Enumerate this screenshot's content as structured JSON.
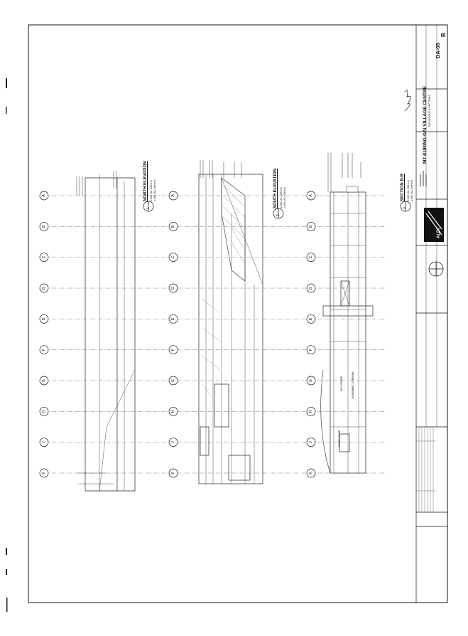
{
  "drawings": [
    {
      "number": "1",
      "title": "NORTH ELEVATION",
      "scale_a1": "1:200 (A1 100mm)",
      "scale_a3": "1:400 (A3 100mm)"
    },
    {
      "number": "2",
      "title": "SOUTH ELEVATION",
      "scale_a1": "1:200 (A1 100mm)",
      "scale_a3": "1:400 (A3 100mm)"
    },
    {
      "number": "3",
      "title": "SECTION B-B",
      "scale_a1": "1:200 (A1 100mm)",
      "scale_a3": "1:400 (A3 100mm)"
    }
  ],
  "grid_labels": [
    "A",
    "B",
    "C",
    "D",
    "E",
    "F",
    "G",
    "H",
    "J",
    "K"
  ],
  "section_room_labels": [
    "WAREHOUSE",
    "ALDI STORE",
    "BASEMENT CARPARK"
  ],
  "title_block": {
    "project": "MT KURING-GAI VILLAGE CENTRE",
    "drawing_title": "ELEVATIONS & SECTIONS",
    "drawing_no": "DA-05",
    "revision": "B",
    "brand": "ALDI"
  },
  "colors": {
    "ink": "#111111",
    "paper": "#ffffff"
  }
}
